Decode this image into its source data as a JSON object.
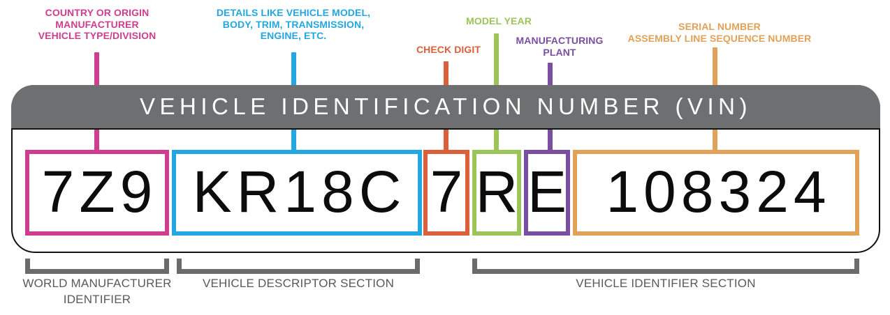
{
  "diagram": {
    "title": "VEHICLE IDENTIFICATION NUMBER (VIN)",
    "vin": "7Z9KR18C7RE108324"
  },
  "callouts": [
    {
      "name": "wmi-callout",
      "color": "#cf3d8e",
      "lines": [
        "COUNTRY OR ORIGIN",
        "MANUFACTURER",
        "VEHICLE TYPE/DIVISION"
      ]
    },
    {
      "name": "vds-callout",
      "color": "#22a7e0",
      "lines": [
        "DETAILS LIKE VEHICLE MODEL,",
        "BODY, TRIM, TRANSMISSION,",
        "ENGINE, ETC."
      ]
    },
    {
      "name": "check-digit-callout",
      "color": "#d9603b",
      "lines": [
        "CHECK DIGIT"
      ]
    },
    {
      "name": "model-year-callout",
      "color": "#9dc45a",
      "lines": [
        "MODEL YEAR"
      ]
    },
    {
      "name": "manufacturing-plant-callout",
      "color": "#7b4fa0",
      "lines": [
        "MANUFACTURING",
        "PLANT"
      ]
    },
    {
      "name": "serial-number-callout",
      "color": "#e0a159",
      "lines": [
        "SERIAL NUMBER",
        "ASSEMBLY LINE SEQUENCE NUMBER"
      ]
    }
  ],
  "vin_groups": [
    {
      "name": "wmi-group",
      "chars": "7Z9",
      "color": "#cf3d8e"
    },
    {
      "name": "vds-group",
      "chars": "KR18C",
      "color": "#22a7e0"
    },
    {
      "name": "check-digit-group",
      "chars": "7",
      "color": "#d9603b"
    },
    {
      "name": "model-year-group",
      "chars": "R",
      "color": "#9dc45a"
    },
    {
      "name": "plant-group",
      "chars": "E",
      "color": "#7b4fa0"
    },
    {
      "name": "serial-group",
      "chars": "108324",
      "color": "#e0a159"
    }
  ],
  "sections": [
    {
      "name": "world-manufacturer-identifier",
      "lines": [
        "WORLD MANUFACTURER",
        "IDENTIFIER"
      ]
    },
    {
      "name": "vehicle-descriptor-section",
      "lines": [
        "VEHICLE DESCRIPTOR SECTION"
      ]
    },
    {
      "name": "vehicle-identifier-section",
      "lines": [
        "VEHICLE IDENTIFIER SECTION"
      ]
    }
  ]
}
